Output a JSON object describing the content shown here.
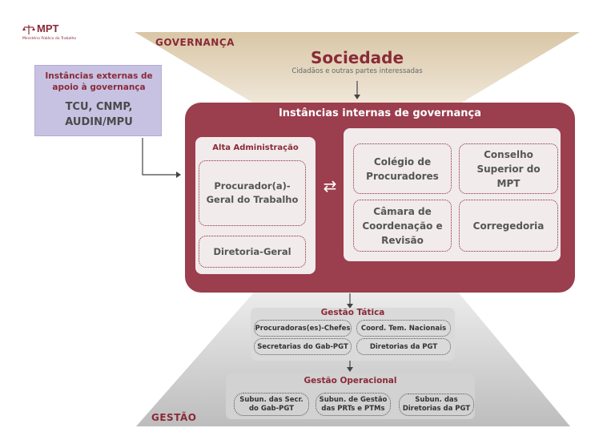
{
  "logo": {
    "name": "MPT",
    "subtitle": "Ministério Público do Trabalho"
  },
  "governanca": {
    "label": "GOVERNANÇA",
    "title": "Sociedade",
    "subtitle": "Cidadãos e outras partes interessadas"
  },
  "externas": {
    "title": "Instâncias externas de apoio à governança",
    "body": "TCU, CNMP, AUDIN/MPU"
  },
  "internas": {
    "title": "Instâncias internas de governança",
    "alta_admin": {
      "title": "Alta Administração",
      "procurador": "Procurador(a)-Geral do Trabalho",
      "diretoria": "Diretoria-Geral"
    },
    "exchange_symbol": "⇄",
    "colegio": "Colégio de Procuradores",
    "conselho": "Conselho Superior do MPT",
    "camara": "Câmara de Coordenação e Revisão",
    "corregedoria": "Corregedoria"
  },
  "tatica": {
    "title": "Gestão Tática",
    "items": [
      "Procuradoras(es)-Chefes",
      "Coord. Tem. Nacionais",
      "Secretarias do Gab-PGT",
      "Diretorias da PGT"
    ]
  },
  "operacional": {
    "title": "Gestão Operacional",
    "items": [
      "Subun. das Secr. do Gab-PGT",
      "Subun. de Gestão das PRTs e PTMs",
      "Subun. das Diretorias da PGT"
    ]
  },
  "gestao": {
    "label": "GESTÃO"
  },
  "colors": {
    "brand": "#8a2a38",
    "panel": "#9b3e4d",
    "tan": "#dccbae",
    "lavender": "#c7c2e2",
    "gray": "#cfcfcf"
  }
}
